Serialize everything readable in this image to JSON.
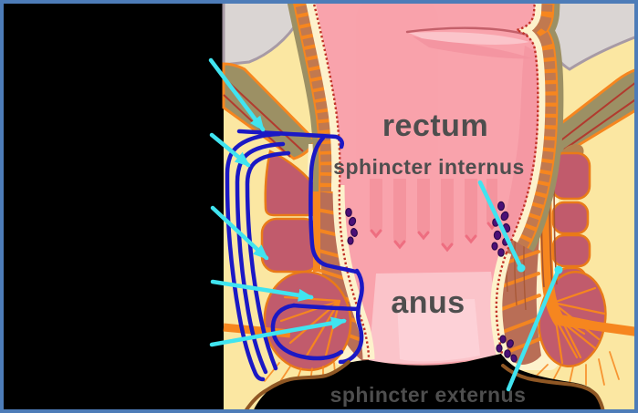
{
  "labels": {
    "rectum": "rectum",
    "sphincter_internus": "sphincter internus",
    "anus": "anus",
    "sphincter_externus": "sphincter externus"
  },
  "annotations": {
    "arrows": [
      "arrow-1",
      "arrow-2",
      "arrow-3",
      "arrow-4",
      "arrow-5"
    ],
    "pointers": [
      "sphincter-internus-pointer",
      "sphincter-externus-pointer"
    ]
  },
  "colors": {
    "background": "#000000",
    "frame_blue": "#4D7CB8",
    "fat": "#FBE7A2",
    "cream": "#FDF2CC",
    "gray_tissue": "#DAD5D3",
    "gray_outline": "#A79AA5",
    "olive": "#9C9064",
    "stripe_red": "#B23A2E",
    "tan_patch": "#B5824E",
    "orange": "#F6861F",
    "orange_edge": "#E97A18",
    "muscle": "#C15B6C",
    "internal_sphincter": "#B96E56",
    "fiber_dark": "#A5542F",
    "lumen": "#F9A3AC",
    "lumen_light": "#FBC4CA",
    "lumen_lighter": "#FDD3D8",
    "lumen_shadow": "#F394A0",
    "column_pink": "#F4949E",
    "column_tip": "#EE6E80",
    "mucosa": "#C23327",
    "wall_brown": "#C1794F",
    "vein": "#1B18C4",
    "plexus": "#4B1077",
    "plexus_dark": "#2E0A4E",
    "skin": "#8F5724",
    "cyan": "#40E4F0",
    "label": "#4E4E4E",
    "fold_line": "#C4606A"
  }
}
